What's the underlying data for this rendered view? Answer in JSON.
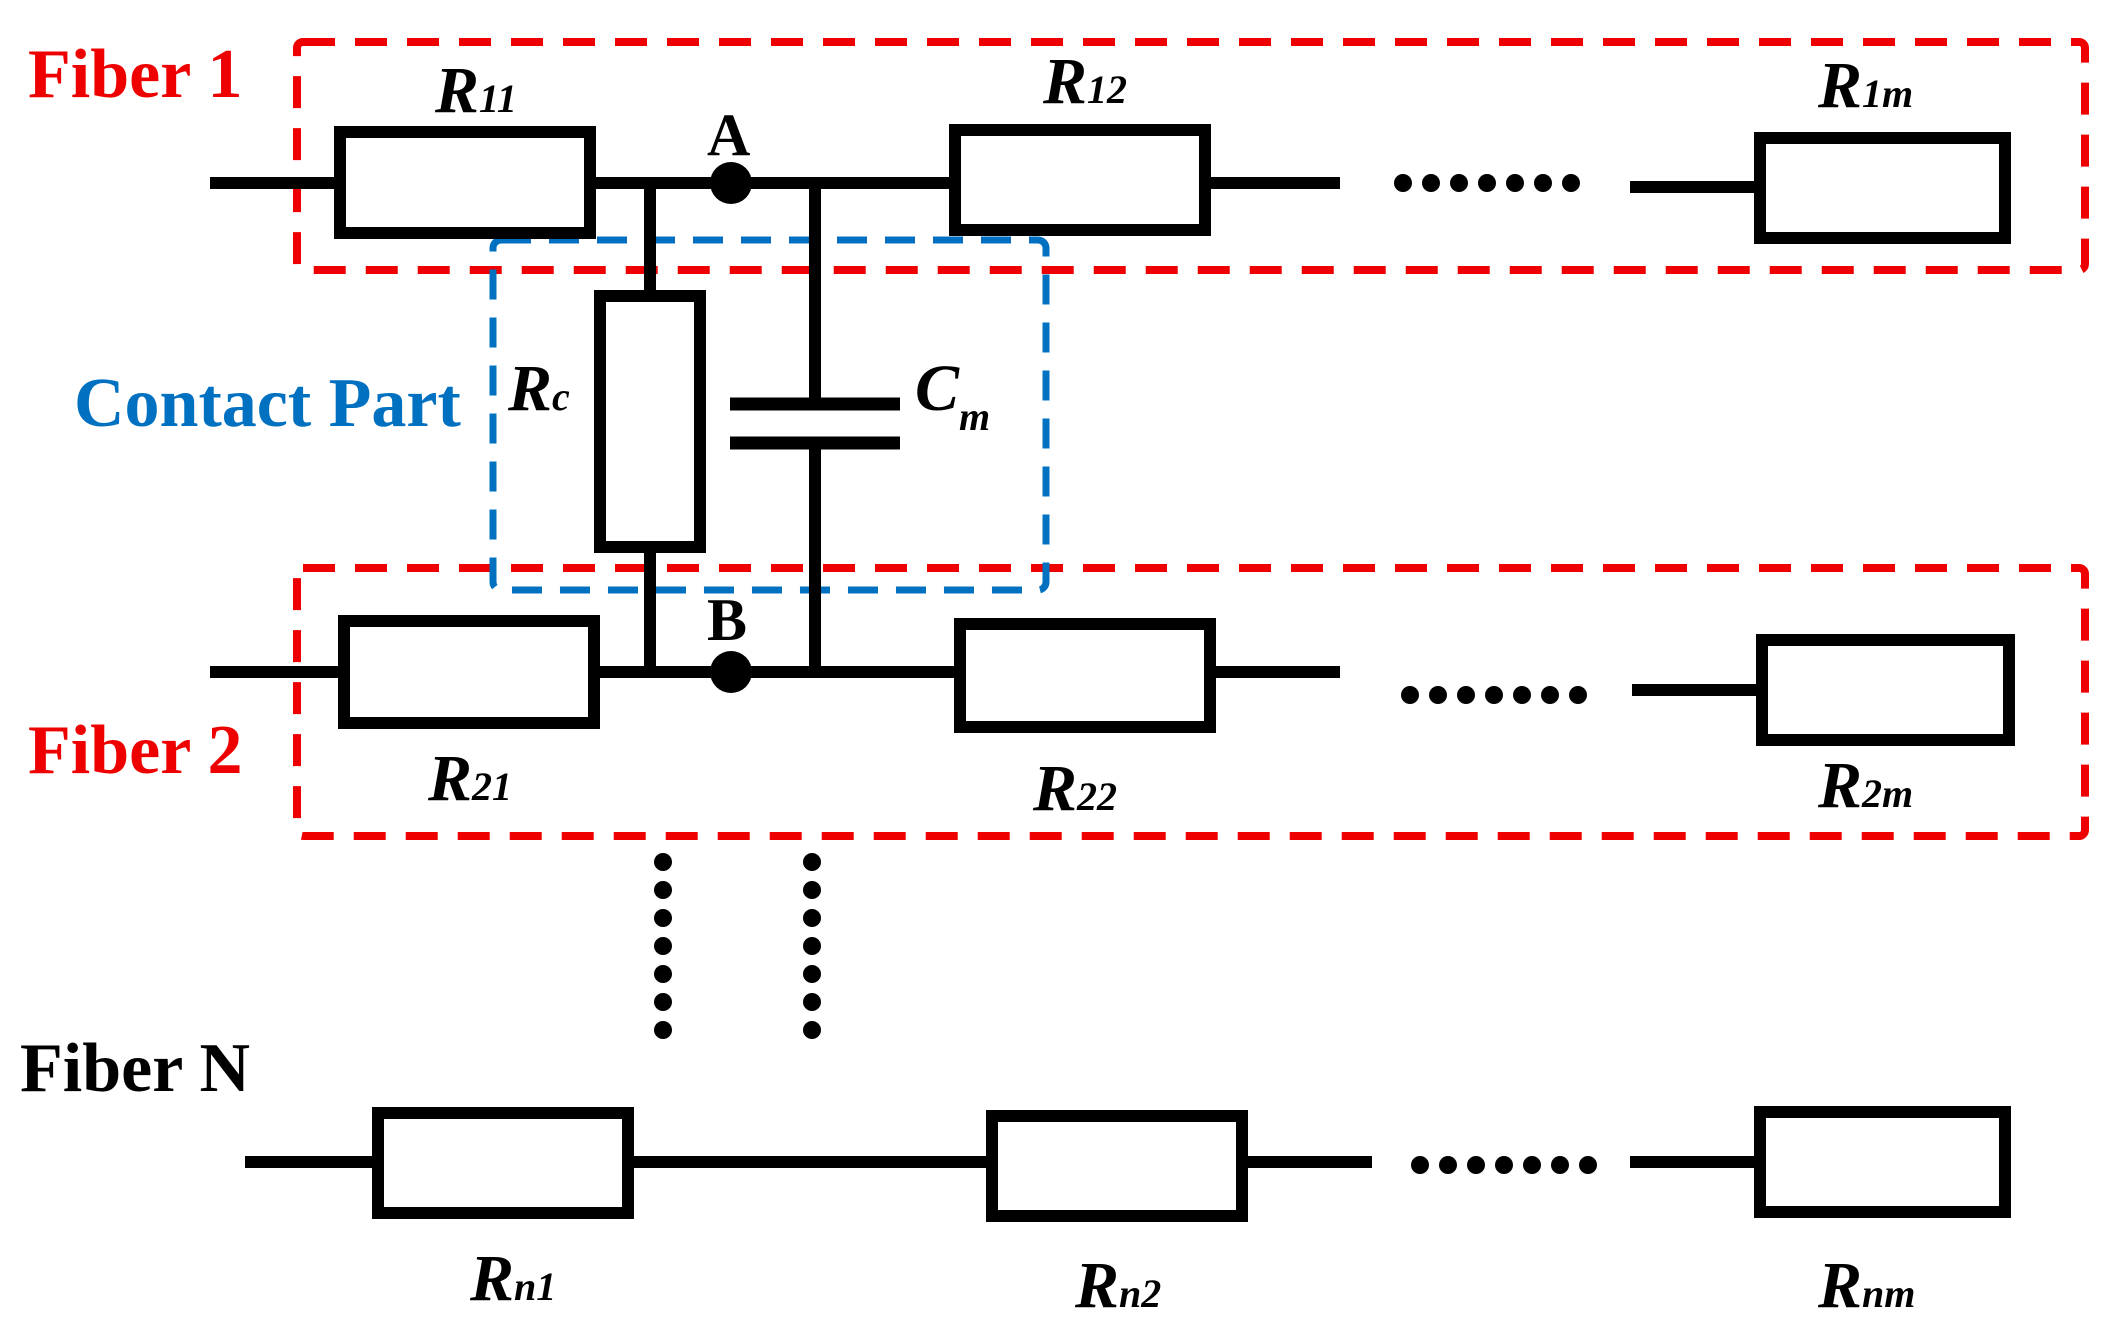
{
  "colors": {
    "fiber_box": "#ee0000",
    "contact_box": "#0070c0",
    "wire": "#000000"
  },
  "labels": {
    "fiber1": "Fiber 1",
    "fiber2": "Fiber 2",
    "fiberN": "Fiber N",
    "contact_part": "Contact Part",
    "node_a": "A",
    "node_b": "B"
  },
  "resistors": {
    "r11": {
      "main": "R",
      "sub": "11"
    },
    "r12": {
      "main": "R",
      "sub": "12"
    },
    "r1m": {
      "main": "R",
      "sub": "1m"
    },
    "r21": {
      "main": "R",
      "sub": "21"
    },
    "r22": {
      "main": "R",
      "sub": "22"
    },
    "r2m": {
      "main": "R",
      "sub": "2m"
    },
    "rn1": {
      "main": "R",
      "sub": "n1"
    },
    "rn2": {
      "main": "R",
      "sub": "n2"
    },
    "rnm": {
      "main": "R",
      "sub": "nm"
    },
    "rc": {
      "main": "R",
      "sub": "c"
    }
  },
  "capacitor": {
    "main": "C",
    "sub": "m"
  }
}
